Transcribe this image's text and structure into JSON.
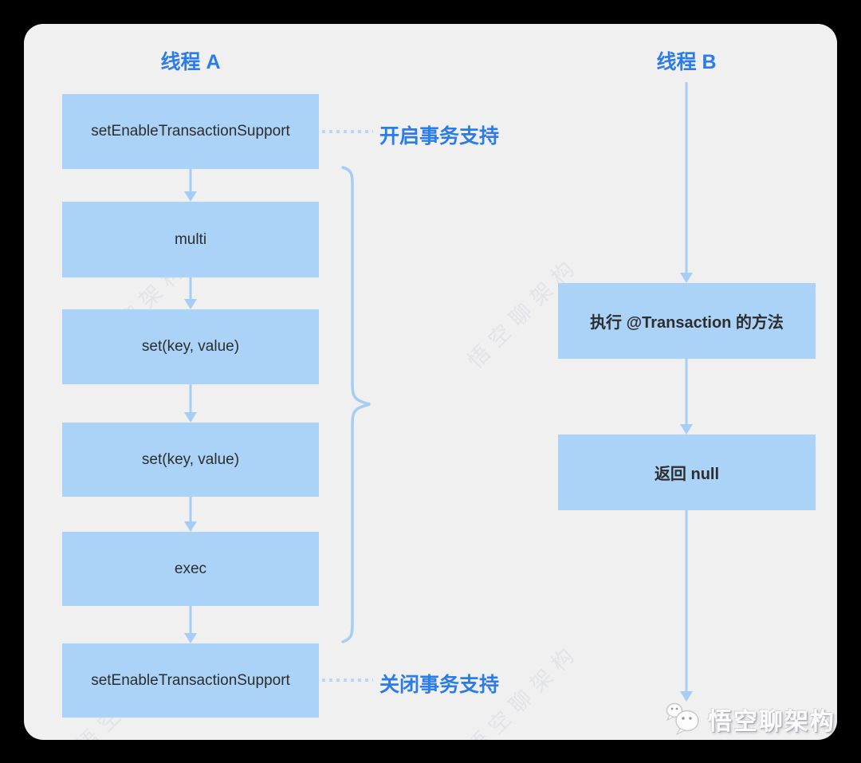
{
  "colors": {
    "frame": "#000000",
    "card_bg": "#f0f0f1",
    "box_fill": "#abd3f7",
    "box_text": "#2d2d2d",
    "accent_blue": "#2b7ce9",
    "line_blue": "#a6cdf5",
    "watermark_gray": "#e2e3e7"
  },
  "thread_a": {
    "title": "线程 A",
    "steps": [
      "setEnableTransactionSupport",
      "multi",
      "set(key, value)",
      "set(key, value)",
      "exec",
      "setEnableTransactionSupport"
    ]
  },
  "thread_b": {
    "title": "线程 B",
    "steps": [
      "执行 @Transaction 的方法",
      "返回 null"
    ]
  },
  "annotations": {
    "open": "开启事务支持",
    "close": "关闭事务支持"
  },
  "watermark": {
    "text": "悟空聊架构"
  },
  "brand": {
    "icon": "wechat-icon",
    "text": "悟空聊架构"
  }
}
